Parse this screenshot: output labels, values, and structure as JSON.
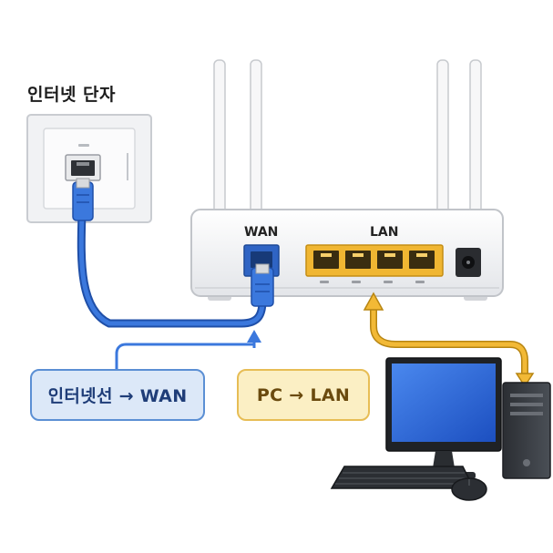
{
  "wall_outlet": {
    "title": "인터넷 단자"
  },
  "router": {
    "wan_label": "WAN",
    "lan_label": "LAN"
  },
  "callouts": {
    "wan_text": "인터넷선 → WAN",
    "lan_text": "PC → LAN"
  },
  "colors": {
    "wan_cable": "#2d63c6",
    "lan_cable": "#f1b52e",
    "wan_callout_bg": "#dce8f8",
    "lan_callout_bg": "#fbefc4",
    "router_body": "#f2f3f5",
    "monitor_screen": "#2a63d6"
  }
}
